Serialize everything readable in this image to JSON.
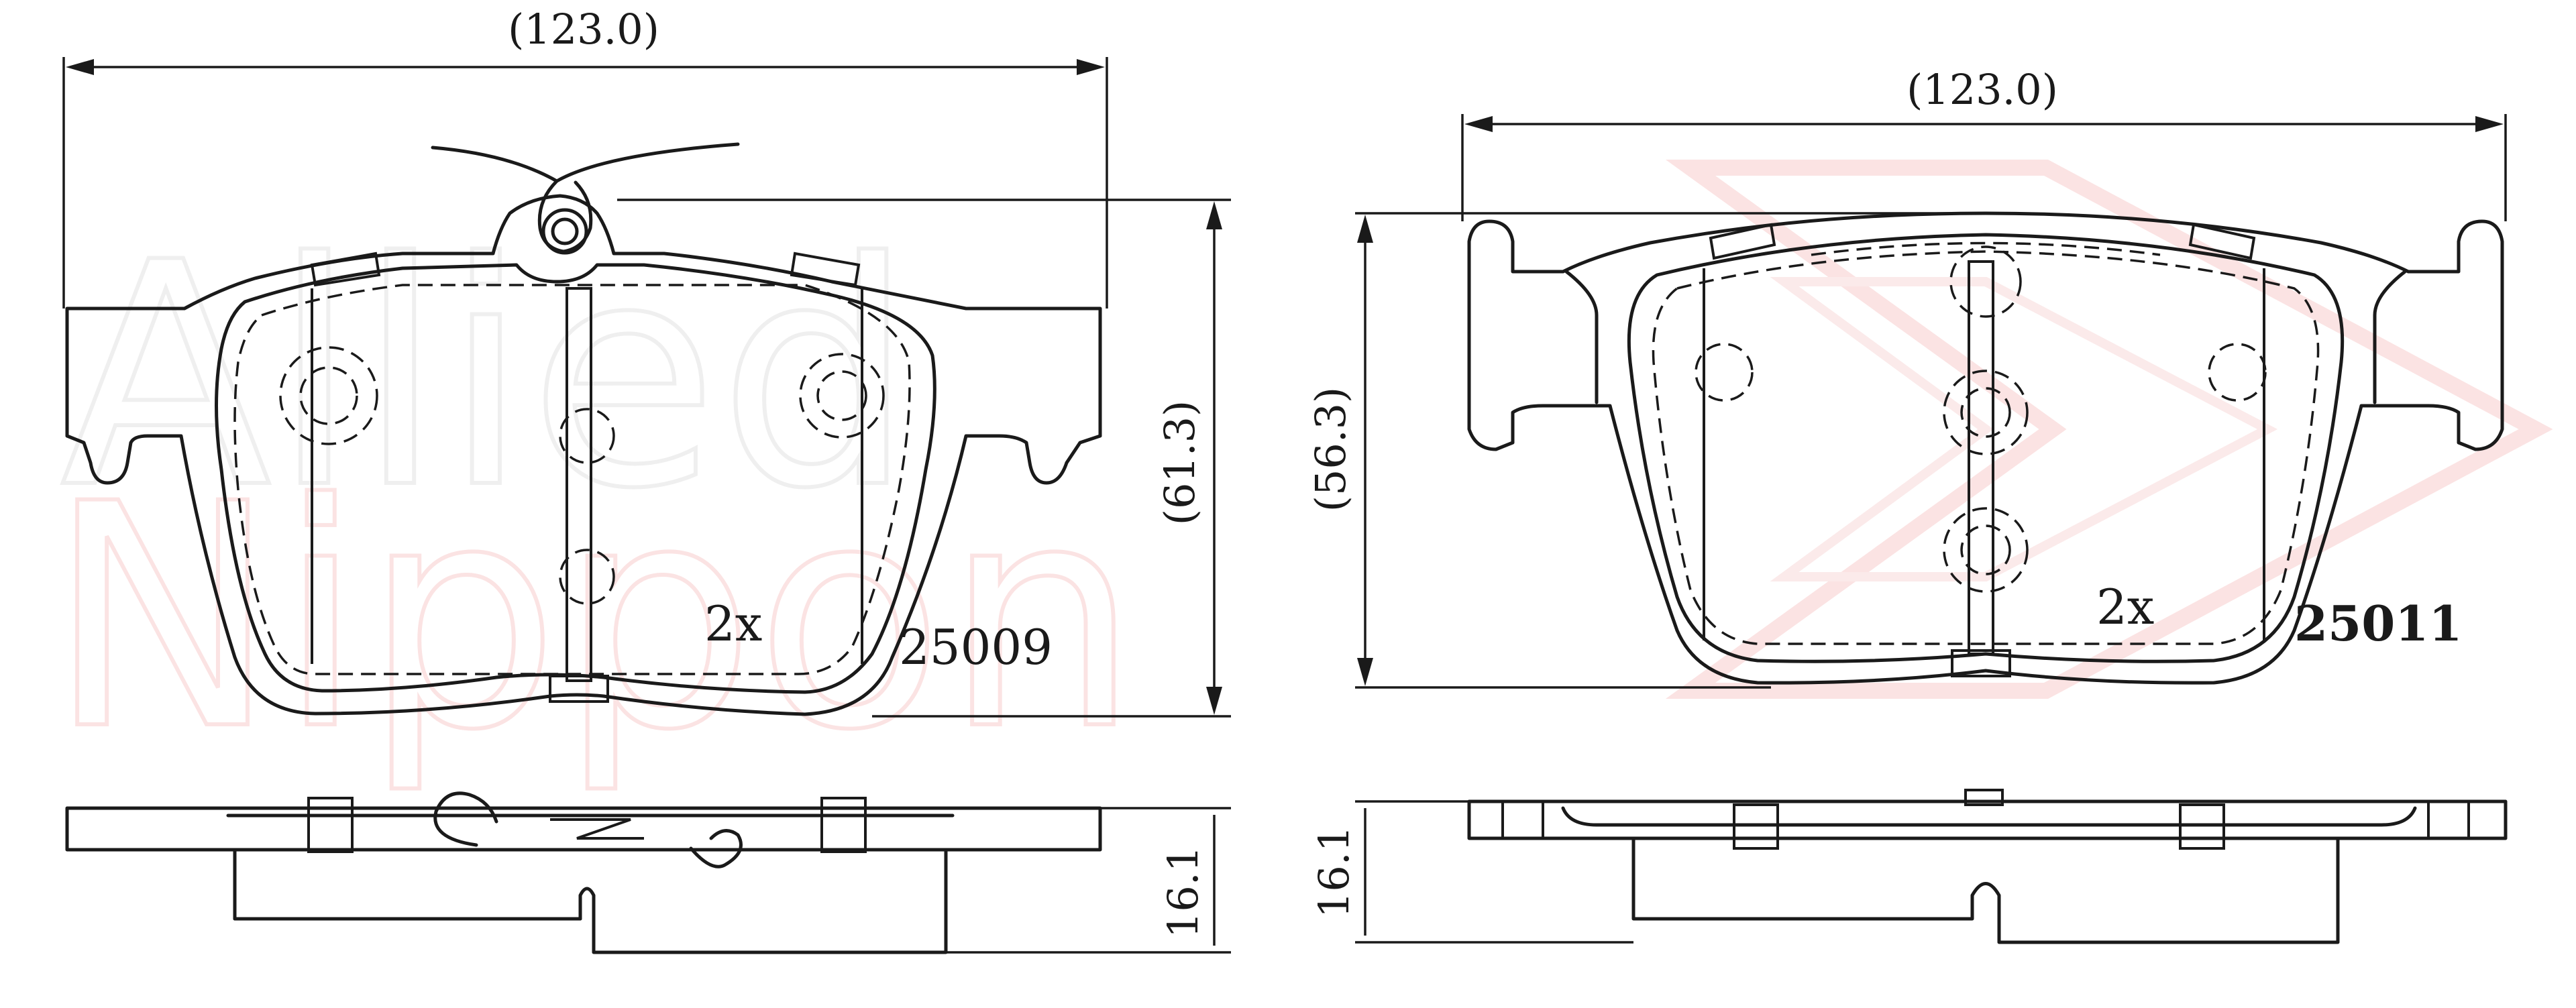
{
  "watermark": {
    "line1": "Allied",
    "line2": "Nippon"
  },
  "left_pad": {
    "width_dim": "(123.0)",
    "height_dim": "(61.3)",
    "thickness_dim": "16.1",
    "quantity": "2x",
    "part_number": "25009"
  },
  "right_pad": {
    "width_dim": "(123.0)",
    "height_dim": "(56.3)",
    "thickness_dim": "16.1",
    "quantity": "2x",
    "part_number": "25011"
  },
  "colors": {
    "line": "#1a1a1a",
    "watermark_gray": "#efefef",
    "watermark_red": "#fbe3e3"
  }
}
